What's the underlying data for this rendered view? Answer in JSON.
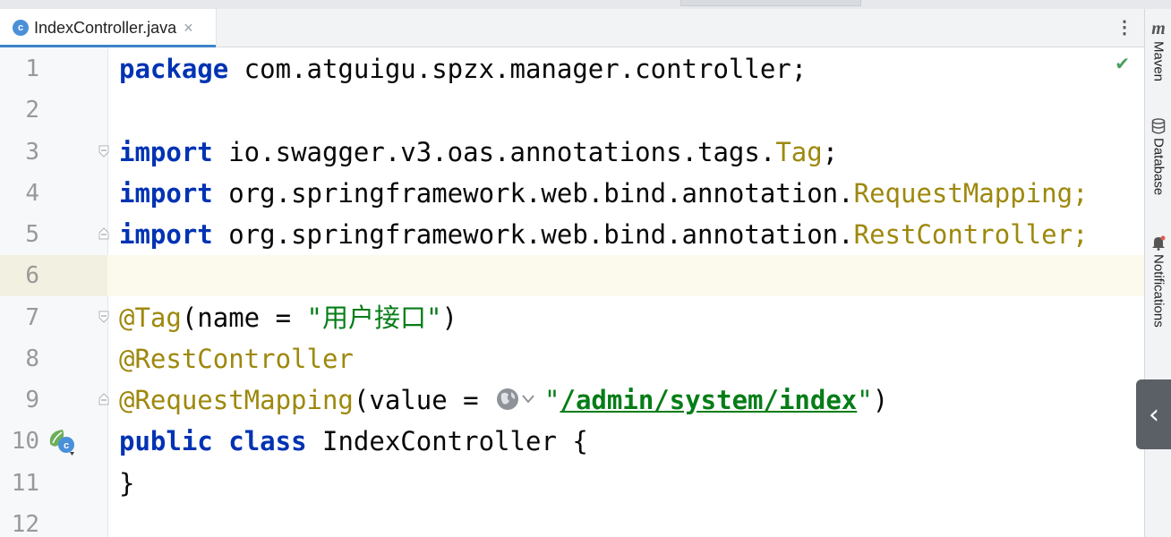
{
  "tab": {
    "icon_letter": "c",
    "title": "IndexController.java",
    "close": "×",
    "menu": "⋮"
  },
  "editor": {
    "status_check": "✔",
    "lines": [
      {
        "num": "1"
      },
      {
        "num": "2"
      },
      {
        "num": "3"
      },
      {
        "num": "4"
      },
      {
        "num": "5"
      },
      {
        "num": "6"
      },
      {
        "num": "7"
      },
      {
        "num": "8"
      },
      {
        "num": "9"
      },
      {
        "num": "10"
      },
      {
        "num": "11"
      },
      {
        "num": "12"
      }
    ],
    "code": {
      "l1_kw": "package",
      "l1_rest": " com.atguigu.spzx.manager.controller;",
      "l3_kw": "import",
      "l3_pkg": " io.swagger.v3.oas.annotations.tags.",
      "l3_cls": "Tag",
      "l3_end": ";",
      "l4_kw": "import",
      "l4_pkg": " org.springframework.web.bind.annotation.",
      "l4_cls": "RequestMapping;",
      "l5_kw": "import",
      "l5_pkg": " org.springframework.web.bind.annotation.",
      "l5_cls": "RestController;",
      "l7_ann": "@Tag",
      "l7_mid": "(name = ",
      "l7_str": "\"用户接口\"",
      "l7_end": ")",
      "l8_ann": "@RestController",
      "l9_ann": "@RequestMapping",
      "l9_mid": "(value = ",
      "l9_q1": "\"",
      "l9_url": "/admin/system/index",
      "l9_q2": "\"",
      "l9_end": ")",
      "l10_kw1": "public",
      "l10_kw2": "class",
      "l10_rest": " IndexController {",
      "l11": "}"
    }
  },
  "sidebar": {
    "maven_icon": "m",
    "maven_label": "Maven",
    "database_label": "Database",
    "notifications_label": "Notifications",
    "collapse": "‹"
  },
  "colors": {
    "keyword": "#0033b3",
    "annotation": "#9e880d",
    "string": "#067d17",
    "current_line": "#fcfaed"
  }
}
